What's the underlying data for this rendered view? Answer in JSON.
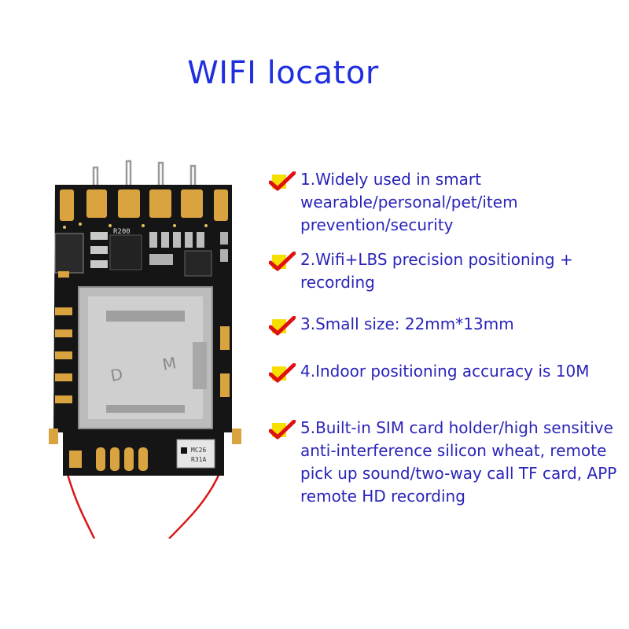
{
  "title": "WIFI locator",
  "product": {
    "chip_label": "R200",
    "mic_label_1": "MC26",
    "mic_label_2": "R31A",
    "sim_mark_1": "D",
    "sim_mark_2": "M"
  },
  "features": [
    {
      "text": "1.Widely used in smart wearable/personal/pet/item prevention/security"
    },
    {
      "text": "2.Wifi+LBS precision positioning + recording"
    },
    {
      "text": "3.Small size: 22mm*13mm"
    },
    {
      "text": "4.Indoor positioning accuracy is 10M"
    },
    {
      "text": "5.Built-in SIM card holder/high sensitive anti-interference silicon wheat, remote pick up sound/two-way call TF card, APP remote HD recording"
    }
  ],
  "colors": {
    "title": "#1f2fe0",
    "text": "#2a24b8",
    "check": "#e01010",
    "check_bg": "#f7e000",
    "pcb": "#151515",
    "gold": "#d9a440"
  }
}
